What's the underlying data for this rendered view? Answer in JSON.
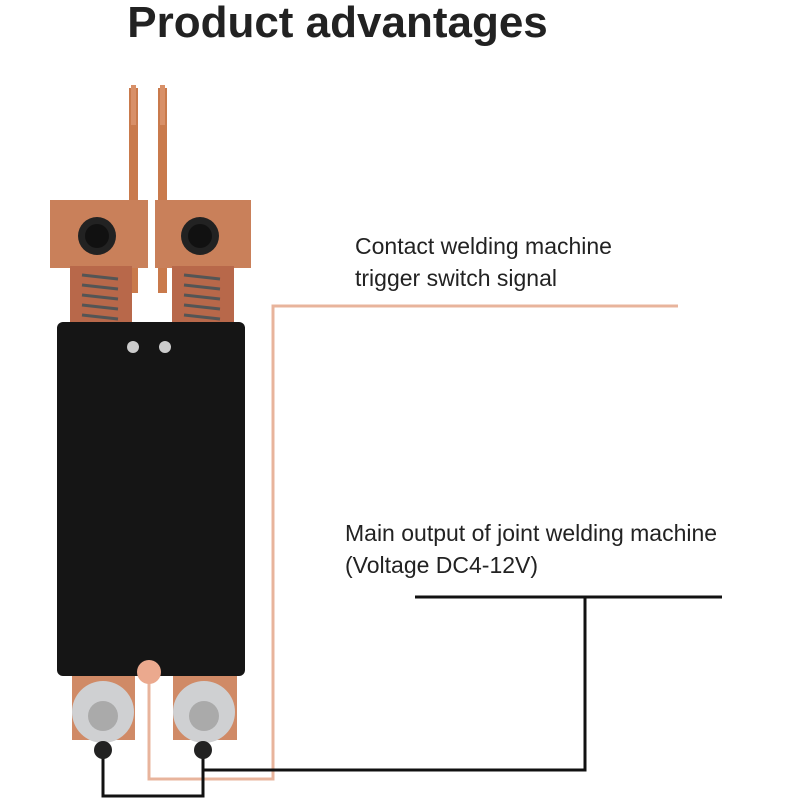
{
  "title": "Product advantages",
  "annotations": [
    {
      "line1": "Contact welding machine",
      "line2": "trigger switch signal"
    },
    {
      "line1": "Main output of joint welding machine",
      "line2": "(Voltage DC4-12V)"
    }
  ],
  "colors": {
    "signal_line": "#e8b49c",
    "output_line": "#111111",
    "copper": "#c8784e",
    "body": "#151515"
  }
}
